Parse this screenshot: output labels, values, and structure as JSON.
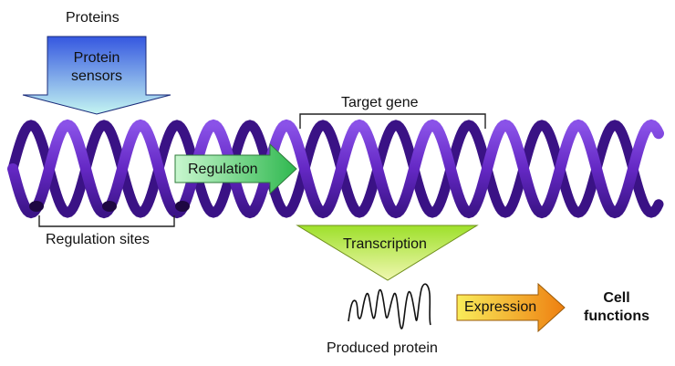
{
  "labels": {
    "proteins": "Proteins",
    "protein_sensors": "Protein sensors",
    "target_gene": "Target gene",
    "regulation": "Regulation",
    "regulation_sites": "Regulation sites",
    "transcription": "Transcription",
    "produced_protein": "Produced protein",
    "expression": "Expression",
    "cell_functions": "Cell functions"
  },
  "colors": {
    "helix": "#6a2bc8",
    "helix_dark": "#2e0b63",
    "sensor_top": "#3557e0",
    "sensor_bottom": "#c4f5f2",
    "regulation_start": "#a9f0b2",
    "regulation_end": "#3fc45e",
    "transcription_top": "#9ee02b",
    "transcription_bottom": "#f0f7b0",
    "expression_start": "#f7e14a",
    "expression_end": "#f08a12"
  }
}
